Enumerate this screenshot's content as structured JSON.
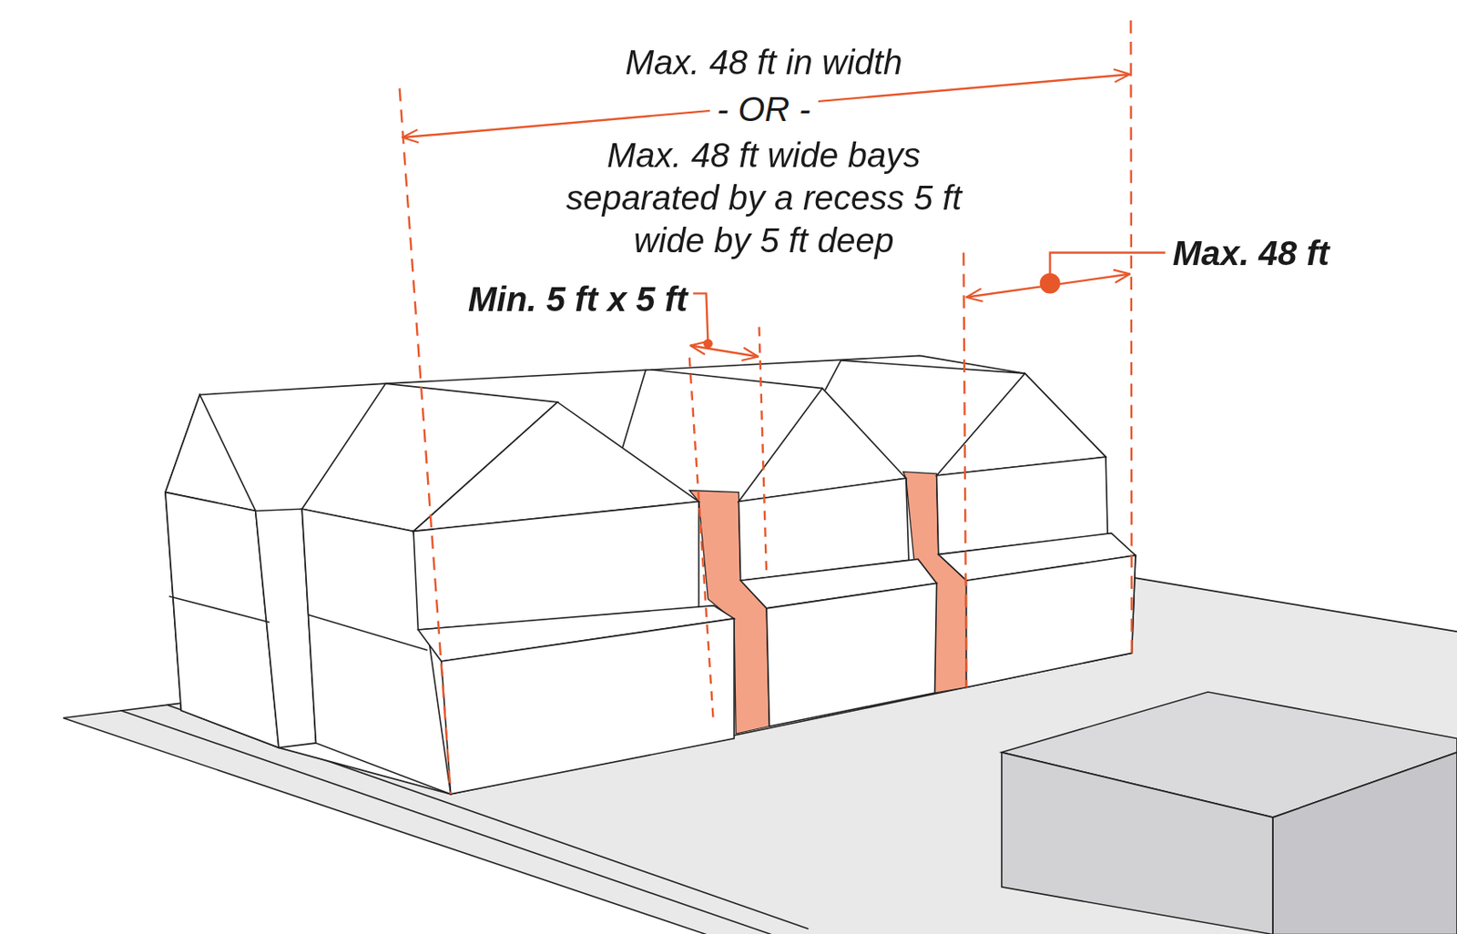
{
  "diagram": {
    "labels": [
      "Max. 48 ft in width",
      "- OR -",
      "Max. 48 ft wide bays separated by a recess 5 ft wide by 5 ft deep",
      "Min. 5 ft x 5 ft",
      "Max. 48 ft"
    ]
  }
}
